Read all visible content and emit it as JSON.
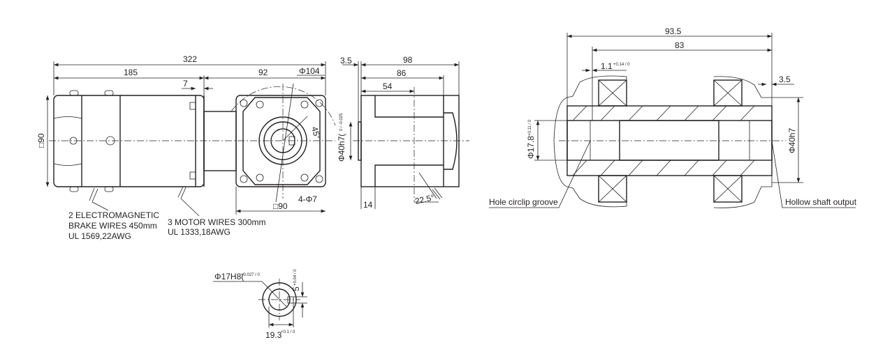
{
  "front_view": {
    "dim_overall": "322",
    "dim_motor": "185",
    "dim_gearhead": "92",
    "dim_gap": "7",
    "dim_height": "□90",
    "dim_pcd": "Φ104",
    "dim_angle": "45°",
    "dim_holes": "4-Φ7",
    "dim_square": "□90"
  },
  "wire_notes": {
    "brake_line1": "2 ELECTROMAGNETIC",
    "brake_line2": "BRAKE WIRES 450mm",
    "brake_line3": "UL 1569,22AWG",
    "motor_line1": "3 MOTOR WIRES 300mm",
    "motor_line2": "UL 1333,18AWG"
  },
  "side_view": {
    "dim_flange": "3.5",
    "dim_total": "98",
    "dim_body": "86",
    "dim_center": "54",
    "dim_pilot": "Φ40h7(",
    "dim_pilot_tol": "0 / -0.025",
    "dim_offset": "14",
    "dim_wire_angle": "22.5°"
  },
  "shaft_section": {
    "dim_total": "93.5",
    "dim_inner": "83",
    "dim_groove": "1.1",
    "dim_groove_tol": "+0.14 / 0",
    "dim_end": "3.5",
    "dim_bore": "Φ17.8",
    "dim_bore_tol": "+0.11 / 0",
    "dim_outer": "Φ40h7",
    "label_groove": "Hole circlip groove",
    "label_output": "Hollow shaft output"
  },
  "keyway": {
    "dim_bore": "Φ17H8(",
    "dim_bore_tol": "+0.027 / 0",
    "dim_key": "5",
    "dim_key_tol": "+0.04 / 0",
    "dim_depth": "19.3",
    "dim_depth_tol": "+0.1 / 0"
  }
}
